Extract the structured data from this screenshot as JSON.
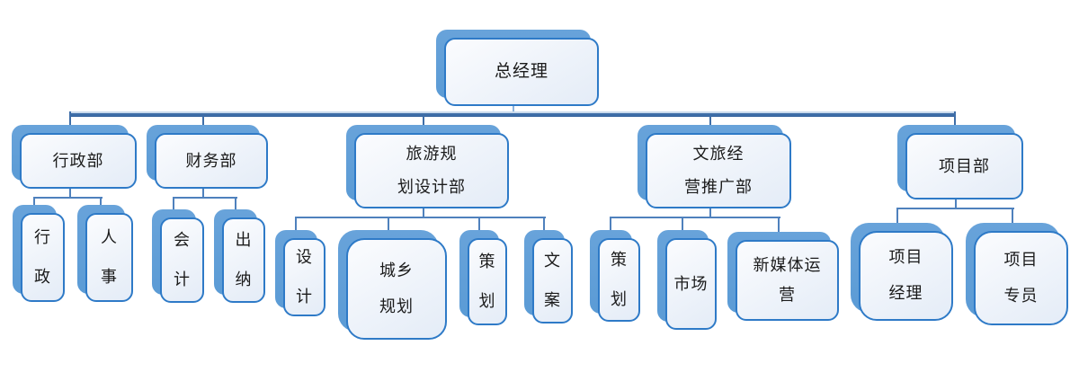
{
  "diagram_type": "org-chart",
  "colors": {
    "shadow": "#5b9bd5",
    "border": "#2e7ac7",
    "line": "#4f81bd",
    "line-strong": "#3e6ea8"
  },
  "nodes": {
    "zjl": {
      "label": [
        "总经理"
      ]
    },
    "xzb": {
      "label": [
        "行政部"
      ]
    },
    "cwb": {
      "label": [
        "财务部"
      ]
    },
    "lyb": {
      "label": [
        "旅游规",
        "划设计部"
      ]
    },
    "wlb": {
      "label": [
        "文旅经",
        "营推广部"
      ]
    },
    "xmb": {
      "label": [
        "项目部"
      ]
    },
    "xz": {
      "label": [
        "行",
        "政"
      ]
    },
    "rs": {
      "label": [
        "人",
        "事"
      ]
    },
    "kj": {
      "label": [
        "会",
        "计"
      ]
    },
    "cn": {
      "label": [
        "出",
        "纳"
      ]
    },
    "sj": {
      "label": [
        "设",
        "计"
      ]
    },
    "cxgh": {
      "label": [
        "城乡",
        "规划"
      ]
    },
    "ch1": {
      "label": [
        "策",
        "划"
      ]
    },
    "wa": {
      "label": [
        "文",
        "案"
      ]
    },
    "ch2": {
      "label": [
        "策",
        "划"
      ]
    },
    "sc": {
      "label": [
        "市场"
      ]
    },
    "xmt": {
      "label": [
        "新媒体运",
        "营"
      ]
    },
    "xmjl": {
      "label": [
        "项目",
        "经理"
      ]
    },
    "xmzy": {
      "label": [
        "项目",
        "专员"
      ]
    }
  },
  "hierarchy": {
    "zjl": [
      "xzb",
      "cwb",
      "lyb",
      "wlb",
      "xmb"
    ],
    "xzb": [
      "xz",
      "rs"
    ],
    "cwb": [
      "kj",
      "cn"
    ],
    "lyb": [
      "sj",
      "cxgh",
      "ch1",
      "wa"
    ],
    "wlb": [
      "ch2",
      "sc",
      "xmt"
    ],
    "xmb": [
      "xmjl",
      "xmzy"
    ]
  }
}
